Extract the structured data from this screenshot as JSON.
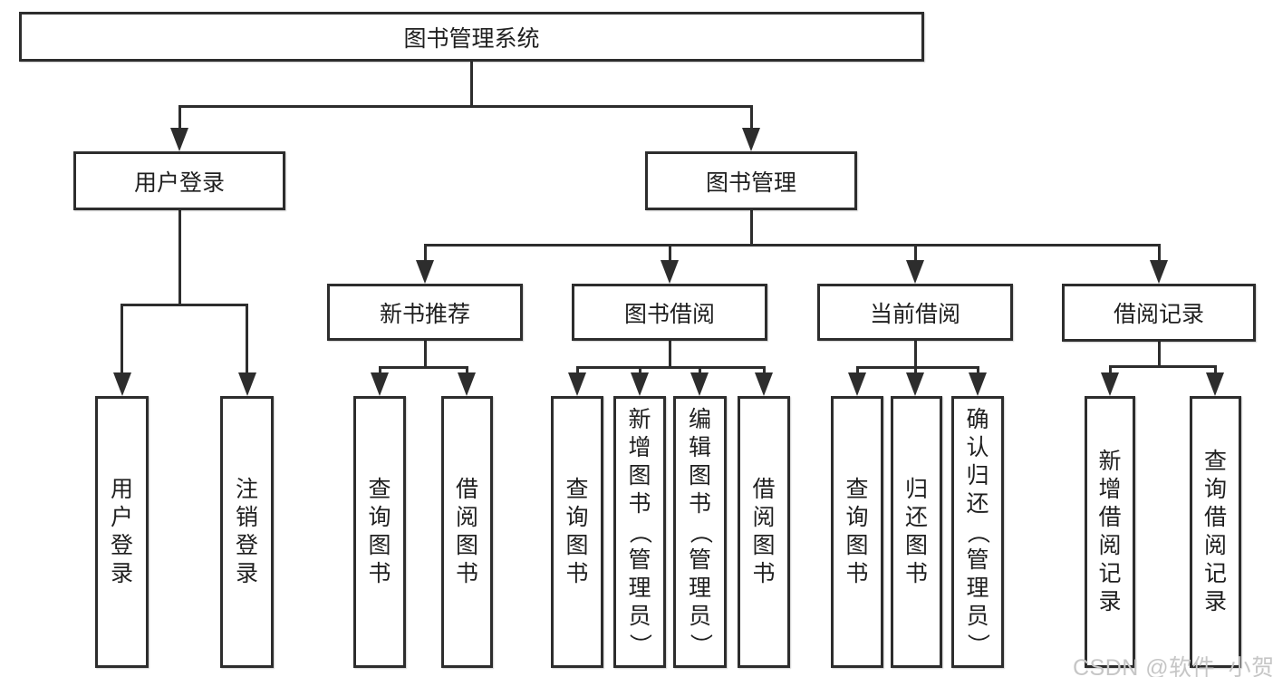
{
  "diagram": {
    "root": {
      "label": "图书管理系统"
    },
    "level2": [
      {
        "label": "用户登录"
      },
      {
        "label": "图书管理"
      }
    ],
    "level3": [
      {
        "label": "新书推荐"
      },
      {
        "label": "图书借阅"
      },
      {
        "label": "当前借阅"
      },
      {
        "label": "借阅记录"
      }
    ],
    "groups": {
      "user_login": [
        {
          "label": "用户登录"
        },
        {
          "label": "注销登录"
        }
      ],
      "new_book": [
        {
          "label": "查询图书"
        },
        {
          "label": "借阅图书"
        }
      ],
      "book_borrow": [
        {
          "label": "查询图书"
        },
        {
          "label": "新增图书（管理员）"
        },
        {
          "label": "编辑图书（管理员）"
        },
        {
          "label": "借阅图书"
        }
      ],
      "current_borrow": [
        {
          "label": "查询图书"
        },
        {
          "label": "归还图书"
        },
        {
          "label": "确认归还（管理员）"
        }
      ],
      "borrow_record": [
        {
          "label": "新增借阅记录"
        },
        {
          "label": "查询借阅记录"
        }
      ]
    }
  },
  "watermark": {
    "text": "CSDN @软件_小贺同学"
  },
  "colors": {
    "line": "#2d2d2d",
    "text": "#1f1f1f",
    "box_fill": "#ffffff",
    "background": "#ffffff",
    "watermark": "#c6c6c6"
  }
}
